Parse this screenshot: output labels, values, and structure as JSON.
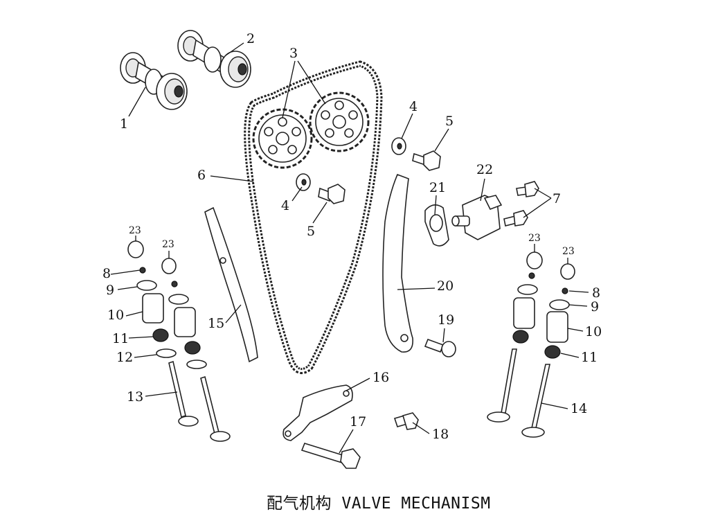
{
  "caption": "配气机构 VALVE MECHANISM",
  "callouts": [
    {
      "label": "1"
    },
    {
      "label": "2"
    },
    {
      "label": "3"
    },
    {
      "label": "4"
    },
    {
      "label": "5"
    },
    {
      "label": "6"
    },
    {
      "label": "4"
    },
    {
      "label": "5"
    },
    {
      "label": "22"
    },
    {
      "label": "21"
    },
    {
      "label": "7"
    },
    {
      "label": "23"
    },
    {
      "label": "23"
    },
    {
      "label": "8"
    },
    {
      "label": "9"
    },
    {
      "label": "10"
    },
    {
      "label": "11"
    },
    {
      "label": "12"
    },
    {
      "label": "13"
    },
    {
      "label": "15"
    },
    {
      "label": "20"
    },
    {
      "label": "23"
    },
    {
      "label": "23"
    },
    {
      "label": "8"
    },
    {
      "label": "9"
    },
    {
      "label": "10"
    },
    {
      "label": "11"
    },
    {
      "label": "19"
    },
    {
      "label": "16"
    },
    {
      "label": "14"
    },
    {
      "label": "17"
    },
    {
      "label": "18"
    }
  ]
}
